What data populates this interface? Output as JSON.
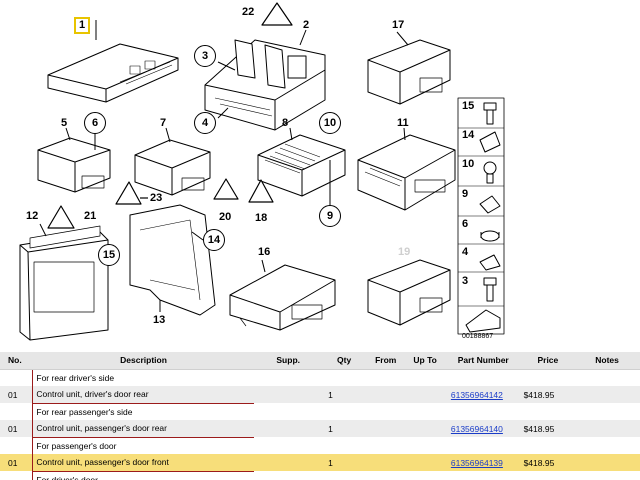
{
  "diagram": {
    "code": "00188867",
    "callouts": {
      "c1": "1",
      "c2": "2",
      "c3": "3",
      "c4": "4",
      "c5": "5",
      "c6": "6",
      "c7": "7",
      "c8": "8",
      "c9": "9",
      "c10": "10",
      "c11": "11",
      "c12": "12",
      "c13": "13",
      "c14": "14",
      "c15": "15",
      "c16": "16",
      "c17": "17",
      "c18": "18",
      "c19": "19",
      "c20": "20",
      "c21": "21",
      "c22": "22",
      "c23": "23"
    },
    "hardware": {
      "h15": "15",
      "h14": "14",
      "h10": "10",
      "h9": "9",
      "h6": "6",
      "h4": "4",
      "h3": "3"
    }
  },
  "table": {
    "headers": {
      "no": "No.",
      "description": "Description",
      "supp": "Supp.",
      "qty": "Qty",
      "from": "From",
      "upto": "Up To",
      "part_number": "Part Number",
      "price": "Price",
      "notes": "Notes"
    },
    "rows": [
      {
        "note": "For rear driver's side",
        "no": "01",
        "description": "Control unit, driver's door rear",
        "qty": "1",
        "part_number": "61356964142",
        "price": "$418.95"
      },
      {
        "note": "For rear passenger's side",
        "no": "01",
        "description": "Control unit, passenger's door rear",
        "qty": "1",
        "part_number": "61356964140",
        "price": "$418.95"
      },
      {
        "note": "For passenger's door",
        "no": "01",
        "description": "Control unit, passenger's door front",
        "qty": "1",
        "part_number": "61356964139",
        "price": "$418.95"
      },
      {
        "note": "For driver's door"
      }
    ]
  }
}
